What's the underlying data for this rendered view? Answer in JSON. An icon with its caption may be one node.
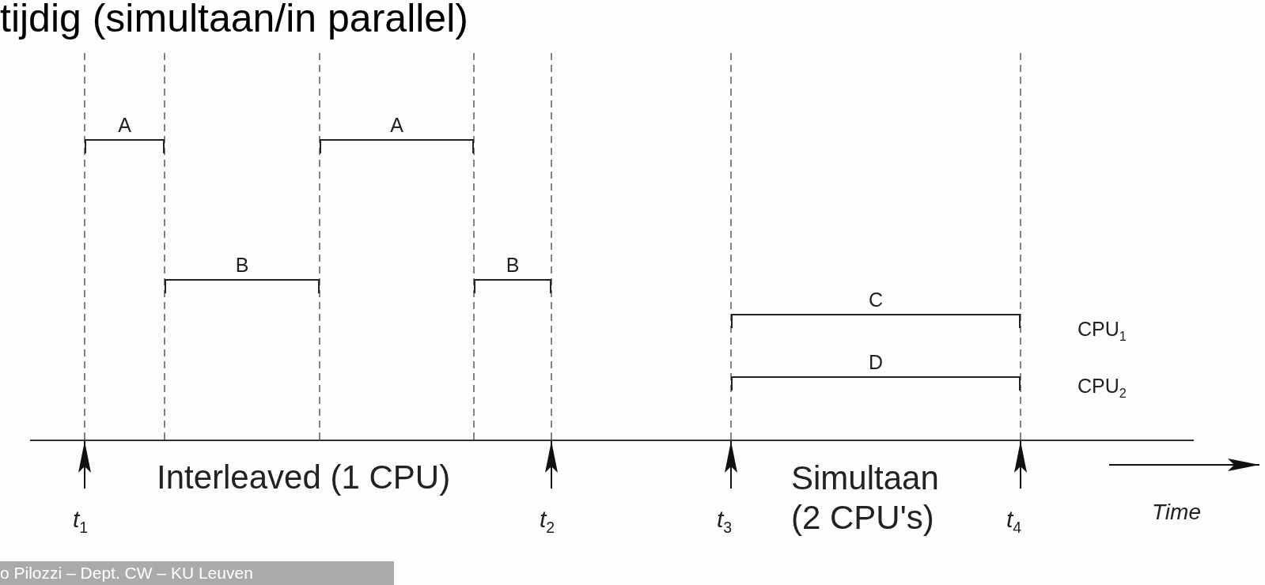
{
  "diagram": {
    "title": "tijdig (simultaan/in parallel)",
    "nodes": [
      {
        "text": [
          "A"
        ]
      },
      {
        "text": [
          "B"
        ]
      },
      {
        "text": [
          "A"
        ]
      },
      {
        "text": [
          "B"
        ]
      },
      {
        "text": [
          "C"
        ]
      },
      {
        "text": [
          "D"
        ]
      }
    ],
    "labels": [
      "CPU$_{1}$",
      "CPU$_{2}$",
      "Interleaved (1 CPU)",
      "Simultaan (2 CPU's)",
      "Time",
      "t$_{1}$",
      "t$_{2}$",
      "t$_{3}$",
      "t$_{4}$",
      "o Pilozzi – Dept. CW – KU Leuven"
    ]
  }
}
